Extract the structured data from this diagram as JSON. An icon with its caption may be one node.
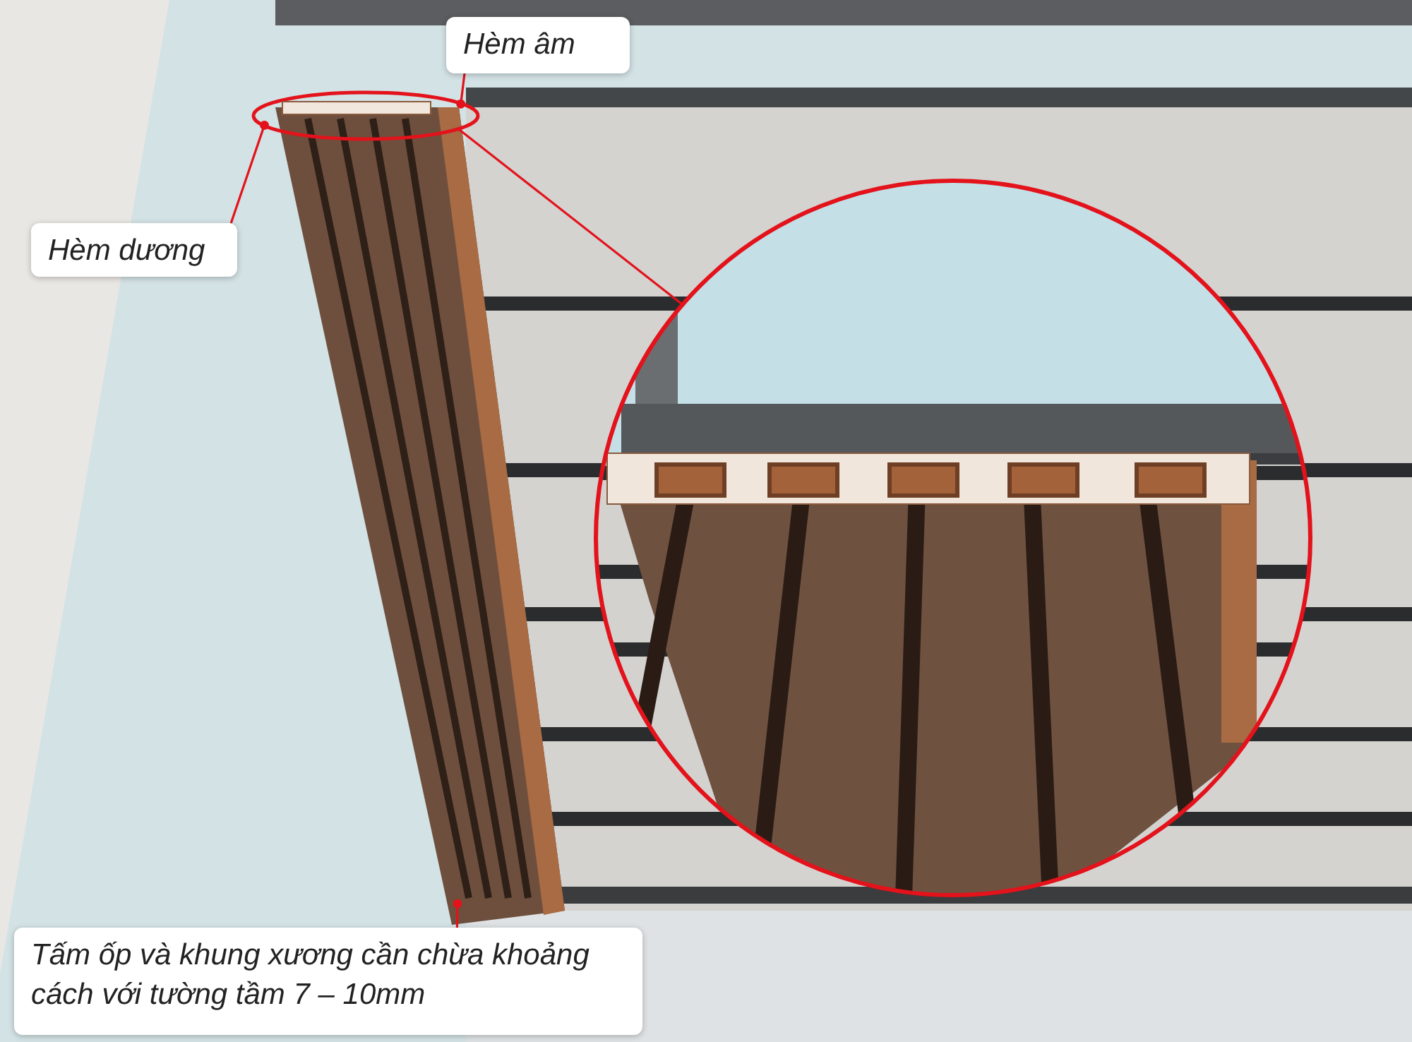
{
  "diagram": {
    "nodes": [
      {
        "text": [
          "Hèm âm"
        ]
      },
      {
        "text": [
          "Hèm dương"
        ]
      },
      {
        "text": [],
        "shape": "ellipse"
      },
      {
        "text": [],
        "shape": "picture"
      },
      {
        "text": [
          "Tấm ốp và khung xương cần chừa khoảng cách với tường tầm 7 – 10mm"
        ]
      }
    ],
    "edges": [
      {
        "from": 0,
        "to": 2,
        "arrow": "other"
      },
      {
        "from": 1,
        "to": 2,
        "arrow": "other"
      },
      {
        "from": 2,
        "to": 3,
        "arrow": "none"
      },
      {
        "from": 4,
        "to": null,
        "arrow": "other"
      }
    ]
  }
}
